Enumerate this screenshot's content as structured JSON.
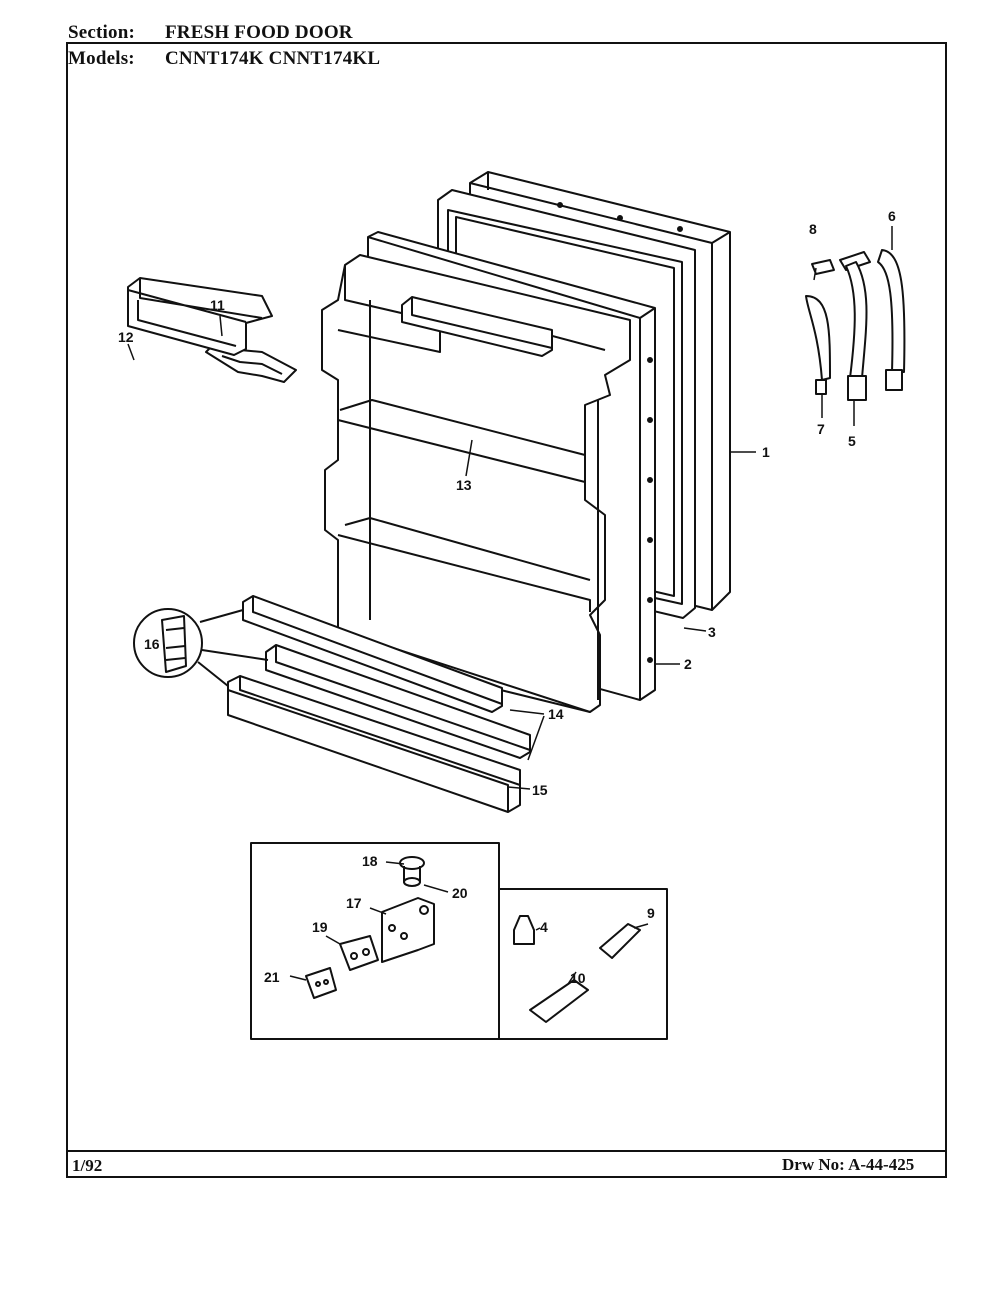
{
  "header": {
    "section_label": "Section:",
    "section_value": "FRESH FOOD DOOR",
    "models_label": "Models:",
    "models_value": "CNNT174K  CNNT174KL"
  },
  "footer": {
    "date": "1/92",
    "drawing_number": "Drw No: A-44-425"
  },
  "callouts": {
    "c1": "1",
    "c2": "2",
    "c3": "3",
    "c4": "4",
    "c5": "5",
    "c6": "6",
    "c7": "7",
    "c8": "8",
    "c9": "9",
    "c10": "10",
    "c11": "11",
    "c12": "12",
    "c13": "13",
    "c14": "14",
    "c15": "15",
    "c16": "16",
    "c17": "17",
    "c18": "18",
    "c19": "19",
    "c20": "20",
    "c21": "21"
  }
}
